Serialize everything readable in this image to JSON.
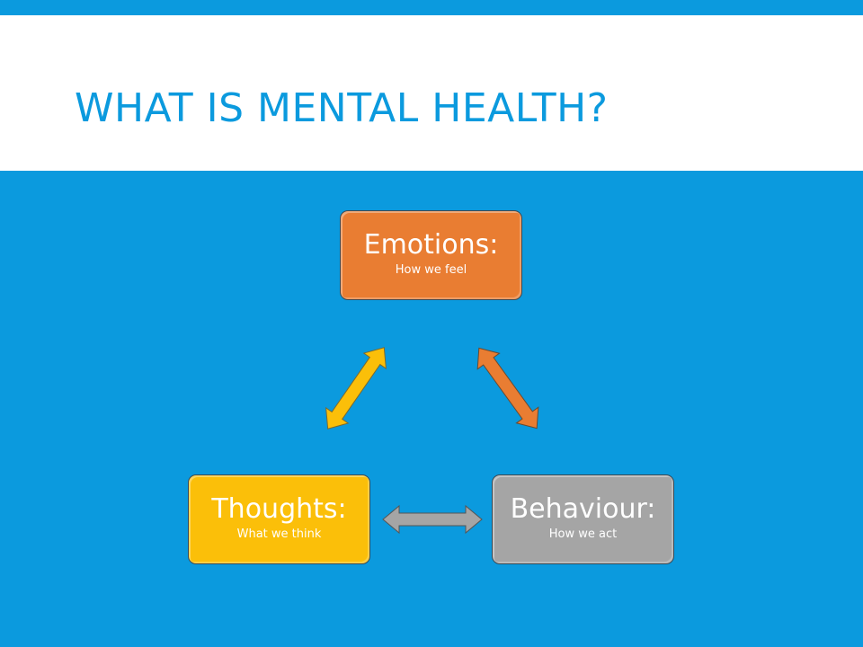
{
  "slide": {
    "title": "WHAT IS MENTAL HEALTH?"
  },
  "boxes": {
    "emotions": {
      "heading": "Emotions:",
      "sub": "How we feel"
    },
    "thoughts": {
      "heading": "Thoughts:",
      "sub": "What we think"
    },
    "behaviour": {
      "heading": "Behaviour:",
      "sub": "How we act"
    }
  },
  "colors": {
    "accent": "#0b9ade",
    "emotions": "#e97d32",
    "thoughts": "#fbbf09",
    "behaviour": "#a5a5a5"
  }
}
